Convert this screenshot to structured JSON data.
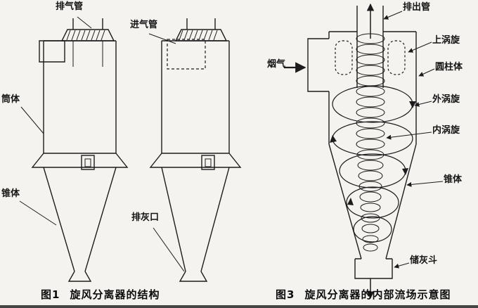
{
  "colors": {
    "background": "#f4f3f0",
    "line": "#1c1c1c",
    "scan_edge": "#454545"
  },
  "figure1": {
    "number": "图1",
    "title": "旋风分离器的结构",
    "labels": {
      "exhaust_pipe": "排气管",
      "intake_pipe": "进气管",
      "cylinder_body": "筒体",
      "cone_body": "锥体",
      "ash_outlet": "排灰口"
    }
  },
  "figure3": {
    "number": "图3",
    "title": "旋风分离器的内部流场示意图",
    "labels": {
      "discharge_pipe": "排出管",
      "upper_vortex": "上涡旋",
      "cylinder": "圆柱体",
      "outer_vortex": "外涡旋",
      "inner_vortex": "内涡旋",
      "cone": "锥体",
      "ash_hopper": "储灰斗",
      "flue_gas": "烟气"
    }
  }
}
